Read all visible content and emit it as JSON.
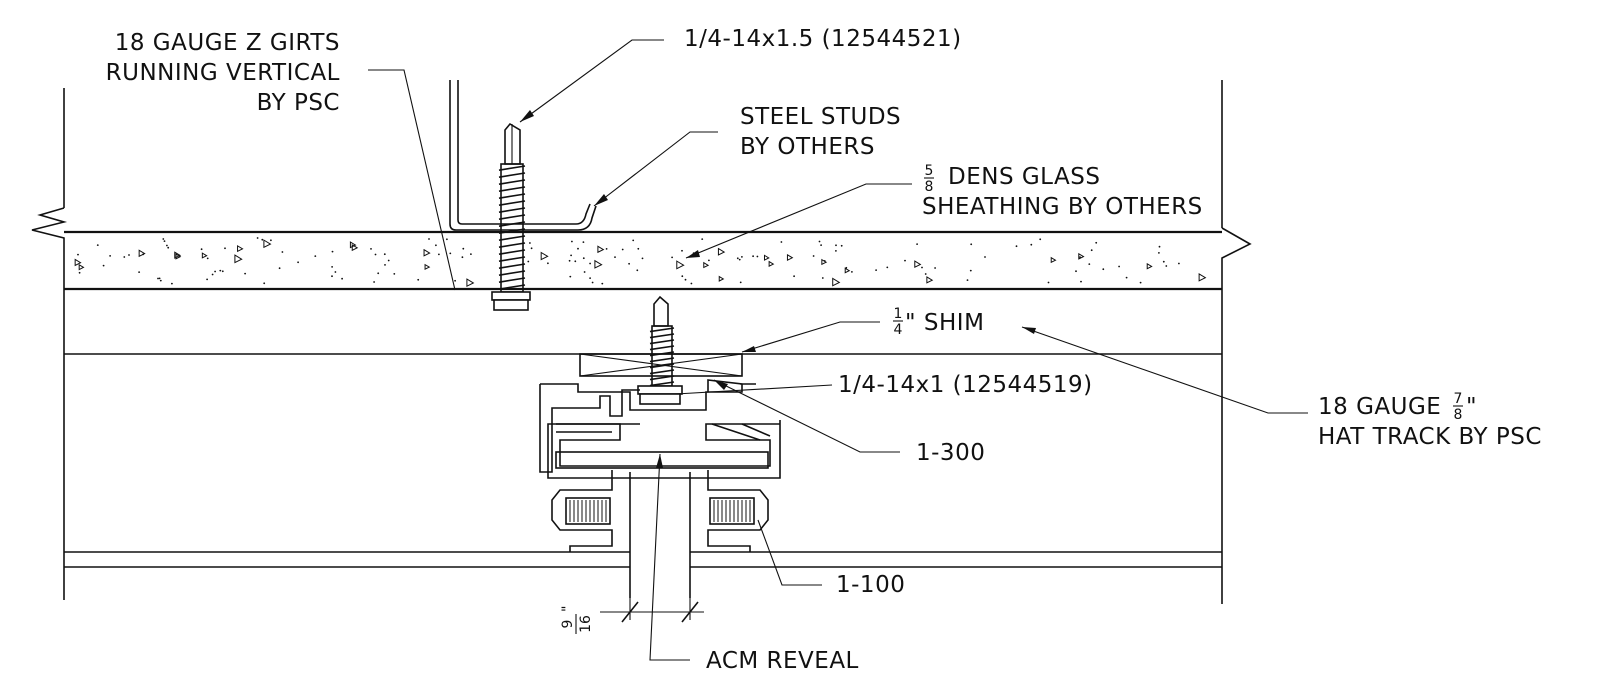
{
  "labels": {
    "z_girts_1": "18 GAUGE Z GIRTS",
    "z_girts_2": "RUNNING VERTICAL",
    "z_girts_3": "BY PSC",
    "screw_top": "1/4-14x1.5 (12544521)",
    "studs_1": "STEEL STUDS",
    "studs_2": "BY OTHERS",
    "dens_frac_num": "5",
    "dens_frac_den": "8",
    "dens_1": "DENS GLASS",
    "dens_2": "SHEATHING BY OTHERS",
    "shim_frac_num": "1",
    "shim_frac_den": "4",
    "shim_text": "\" SHIM",
    "screw_mid": "1/4-14x1 (12544519)",
    "part_300": "1-300",
    "hat_1_prefix": "18 GAUGE",
    "hat_frac_num": "7",
    "hat_frac_den": "8",
    "hat_1_suffix": "\"",
    "hat_2": "HAT TRACK BY PSC",
    "part_100": "1-100",
    "dim_num": "9",
    "dim_den": "16",
    "dim_inch": "\"",
    "reveal": "ACM REVEAL"
  },
  "colors": {
    "line": "#111111",
    "background": "#ffffff"
  }
}
